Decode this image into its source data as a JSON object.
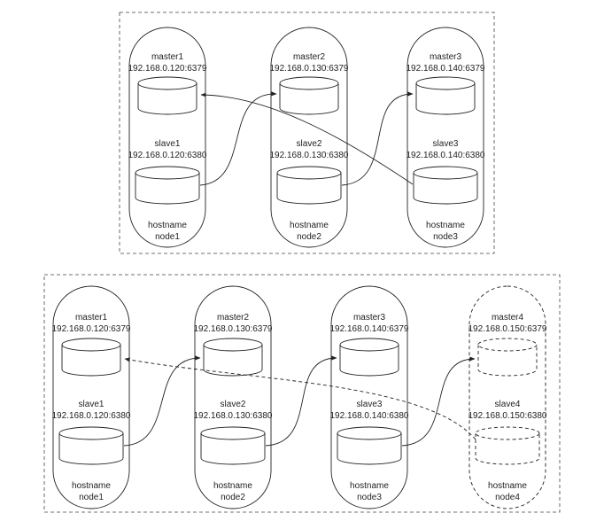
{
  "top_cluster": {
    "nodes": [
      {
        "master_name": "master1",
        "master_addr": "192.168.0.120:6379",
        "slave_name": "slave1",
        "slave_addr": "192.168.0.120:6380",
        "hostname_label": "hostname",
        "hostname": "node1",
        "dashed": false
      },
      {
        "master_name": "master2",
        "master_addr": "192.168.0.130:6379",
        "slave_name": "slave2",
        "slave_addr": "192.168.0.130:6380",
        "hostname_label": "hostname",
        "hostname": "node2",
        "dashed": false
      },
      {
        "master_name": "master3",
        "master_addr": "192.168.0.140:6379",
        "slave_name": "slave3",
        "slave_addr": "192.168.0.140:6380",
        "hostname_label": "hostname",
        "hostname": "node3",
        "dashed": false
      }
    ],
    "links": [
      {
        "from": "slave1",
        "to": "master2",
        "style": "solid"
      },
      {
        "from": "slave2",
        "to": "master3",
        "style": "solid"
      },
      {
        "from": "slave3",
        "to": "master1",
        "style": "solid"
      }
    ]
  },
  "bottom_cluster": {
    "nodes": [
      {
        "master_name": "master1",
        "master_addr": "192.168.0.120:6379",
        "slave_name": "slave1",
        "slave_addr": "192.168.0.120:6380",
        "hostname_label": "hostname",
        "hostname": "node1",
        "dashed": false
      },
      {
        "master_name": "master2",
        "master_addr": "192.168.0.130:6379",
        "slave_name": "slave2",
        "slave_addr": "192.168.0.130:6380",
        "hostname_label": "hostname",
        "hostname": "node2",
        "dashed": false
      },
      {
        "master_name": "master3",
        "master_addr": "192.168.0.140:6379",
        "slave_name": "slave3",
        "slave_addr": "192.168.0.140:6380",
        "hostname_label": "hostname",
        "hostname": "node3",
        "dashed": false
      },
      {
        "master_name": "master4",
        "master_addr": "192.168.0.150:6379",
        "slave_name": "slave4",
        "slave_addr": "192.168.0.150:6380",
        "hostname_label": "hostname",
        "hostname": "node4",
        "dashed": true
      }
    ],
    "links": [
      {
        "from": "slave1",
        "to": "master2",
        "style": "solid"
      },
      {
        "from": "slave2",
        "to": "master3",
        "style": "solid"
      },
      {
        "from": "slave3",
        "to": "master4",
        "style": "solid"
      },
      {
        "from": "slave4",
        "to": "master1",
        "style": "dashed"
      }
    ]
  }
}
